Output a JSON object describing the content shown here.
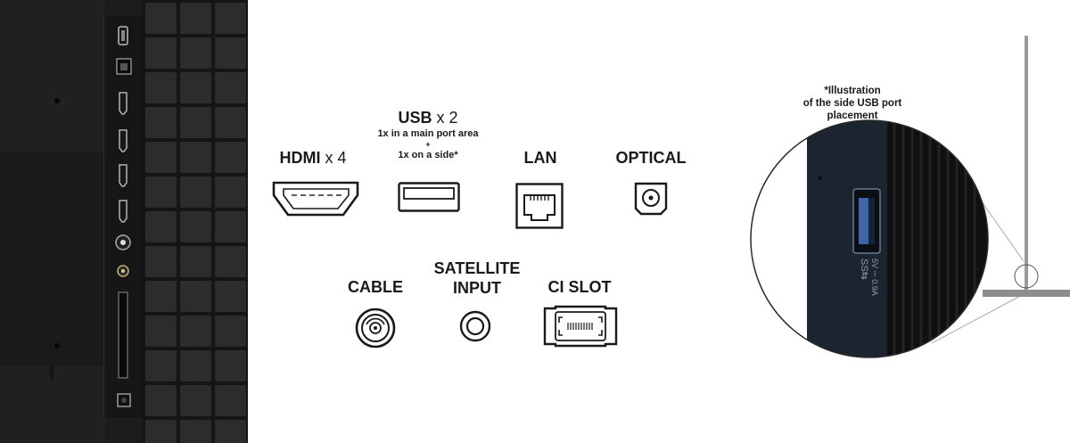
{
  "ports": {
    "hdmi": {
      "name": "HDMI",
      "multiplier": "x 4"
    },
    "usb": {
      "name": "USB",
      "multiplier": "x 2",
      "note_line1": "1x in a main port area",
      "note_plus": "+",
      "note_line2": "1x on a side*"
    },
    "lan": {
      "name": "LAN"
    },
    "optical": {
      "name": "OPTICAL"
    },
    "cable": {
      "name": "CABLE"
    },
    "satellite": {
      "name_line1": "SATELLITE",
      "name_line2": "INPUT"
    },
    "ci_slot": {
      "name": "CI SLOT"
    }
  },
  "side_usb_note": {
    "line1": "*Illustration",
    "line2": "of the side USB port",
    "line3": "placement"
  },
  "usb_port_marking": {
    "logo": "SS⇆",
    "rating": "5V ⎓ 0.9A"
  },
  "colors": {
    "panel_dark": "#1b1b1b",
    "grid_tile": "#2b2b2b",
    "icon_stroke": "#1a1a1a",
    "port_blue": "#4a6fa5",
    "tv_side": "#1c2430"
  },
  "icons": [
    "hdmi-port-icon",
    "usb-port-icon",
    "lan-port-icon",
    "optical-port-icon",
    "cable-port-icon",
    "satellite-port-icon",
    "ci-slot-icon"
  ]
}
